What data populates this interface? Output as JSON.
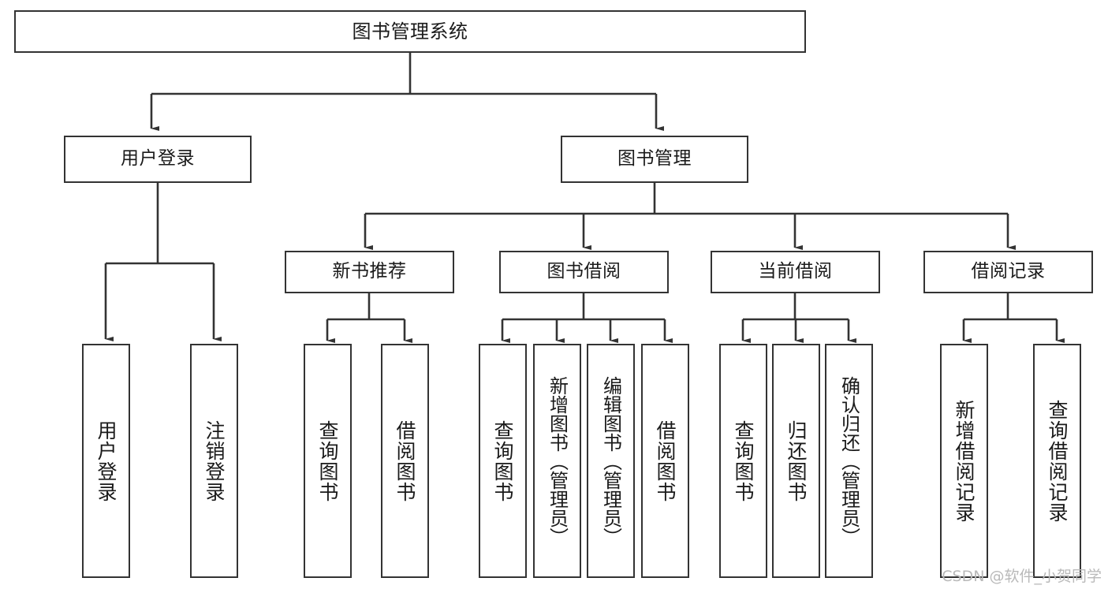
{
  "diagram": {
    "type": "tree-hierarchy-flowchart",
    "title": "图书管理系统",
    "watermark": "CSDN @软件_小贺同学",
    "colors": {
      "stroke": "#333333",
      "fill": "#ffffff",
      "text": "#1a1a1a",
      "watermark": "#b9b9b9"
    },
    "nodes": {
      "root": {
        "label": "图书管理系统",
        "level": 0
      },
      "level1": [
        {
          "id": "user-login",
          "label": "用户登录"
        },
        {
          "id": "book-manage",
          "label": "图书管理"
        }
      ],
      "level2": [
        {
          "id": "new-book-recommend",
          "label": "新书推荐",
          "parent": "book-manage"
        },
        {
          "id": "book-borrow",
          "label": "图书借阅",
          "parent": "book-manage"
        },
        {
          "id": "current-borrow",
          "label": "当前借阅",
          "parent": "book-manage"
        },
        {
          "id": "borrow-record",
          "label": "借阅记录",
          "parent": "book-manage"
        }
      ],
      "leaves": [
        {
          "id": "leaf-user-login",
          "label": "用户登录",
          "parent": "user-login"
        },
        {
          "id": "leaf-logout-login",
          "label": "注销登录",
          "parent": "user-login"
        },
        {
          "id": "leaf-query-book-1",
          "label": "查询图书",
          "parent": "new-book-recommend"
        },
        {
          "id": "leaf-borrow-book-1",
          "label": "借阅图书",
          "parent": "new-book-recommend"
        },
        {
          "id": "leaf-query-book-2",
          "label": "查询图书",
          "parent": "book-borrow"
        },
        {
          "id": "leaf-add-book",
          "label": "新增图书（管理员）",
          "parent": "book-borrow"
        },
        {
          "id": "leaf-edit-book",
          "label": "编辑图书（管理员）",
          "parent": "book-borrow"
        },
        {
          "id": "leaf-borrow-book-2",
          "label": "借阅图书",
          "parent": "book-borrow"
        },
        {
          "id": "leaf-query-book-3",
          "label": "查询图书",
          "parent": "current-borrow"
        },
        {
          "id": "leaf-return-book",
          "label": "归还图书",
          "parent": "current-borrow"
        },
        {
          "id": "leaf-confirm-return",
          "label": "确认归还（管理员）",
          "parent": "current-borrow"
        },
        {
          "id": "leaf-add-record",
          "label": "新增借阅记录",
          "parent": "borrow-record"
        },
        {
          "id": "leaf-query-record",
          "label": "查询借阅记录",
          "parent": "borrow-record"
        }
      ]
    }
  }
}
